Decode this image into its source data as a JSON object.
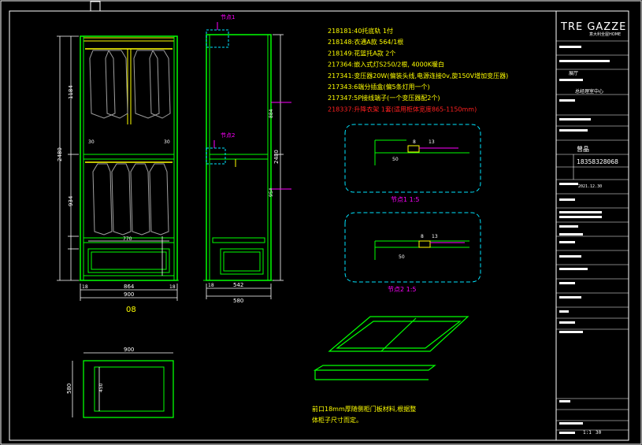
{
  "node_labels": {
    "node1": "节点1",
    "node2": "节点2"
  },
  "detail_titles": {
    "d1": "节点1 1:5",
    "d2": "节点2 1:5"
  },
  "cabinet_label": "08",
  "notes": [
    {
      "text": "218181:40托底轨 1付",
      "color": "#ffff00"
    },
    {
      "text": "218148:衣通A款 564/1根",
      "color": "#ffff00"
    },
    {
      "text": "218149:花篮托A款 2个",
      "color": "#ffff00"
    },
    {
      "text": "217364:嵌入式灯S250/2根, 4000K暖白",
      "color": "#ffff00"
    },
    {
      "text": "217341:变压器20W(偏装头线,电源连接0v,旋150V增加变压器)",
      "color": "#ffff00"
    },
    {
      "text": "217343:6端分插盒(偏5条灯用一个)",
      "color": "#ffff00"
    },
    {
      "text": "217347:5P接线端子(一个变压器配2个)",
      "color": "#ffff00"
    },
    {
      "text": "218337:升降衣架 1套(适用柜体宽度865-1150mm)",
      "color": "#ff2020"
    }
  ],
  "bottom_note": [
    "前口18mm厚随侧柜门板材料,根据整",
    "体柜子尺寸而定。"
  ],
  "dims": {
    "front_total_h": "2480",
    "front_upper": "1184",
    "front_mid": "934",
    "front_w": "864",
    "front_total_w": "900",
    "front_side_l": "18",
    "front_side_r": "18",
    "front_inner": "770",
    "front_30a": "30",
    "front_30b": "30",
    "side_total_h": "2480",
    "side_upper": "884",
    "side_lower": "954",
    "side_depth": "542",
    "side_total": "580",
    "side_18": "18",
    "plan_w": "900",
    "plan_d": "580",
    "plan_inner": "450",
    "d1_a": "8",
    "d1_b": "13",
    "d1_c": "50",
    "d2_a": "8",
    "d2_b": "13",
    "d2_c": "50"
  },
  "title_block": {
    "brand": "TRE GAZZE",
    "brand_sub": "意大利全屋HOME",
    "project": "展厅",
    "sub_project": "总经理室中心",
    "name": "曾晶",
    "phone": "18358328068",
    "date": "2021.12.30",
    "ratio": "1:1",
    "page": "30"
  },
  "colors": {
    "line": "#00ff00",
    "dim": "#ffffff",
    "accent": "#ff00ff",
    "cyan": "#00e5ff",
    "yellow": "#ffff00",
    "red": "#ff2020"
  }
}
